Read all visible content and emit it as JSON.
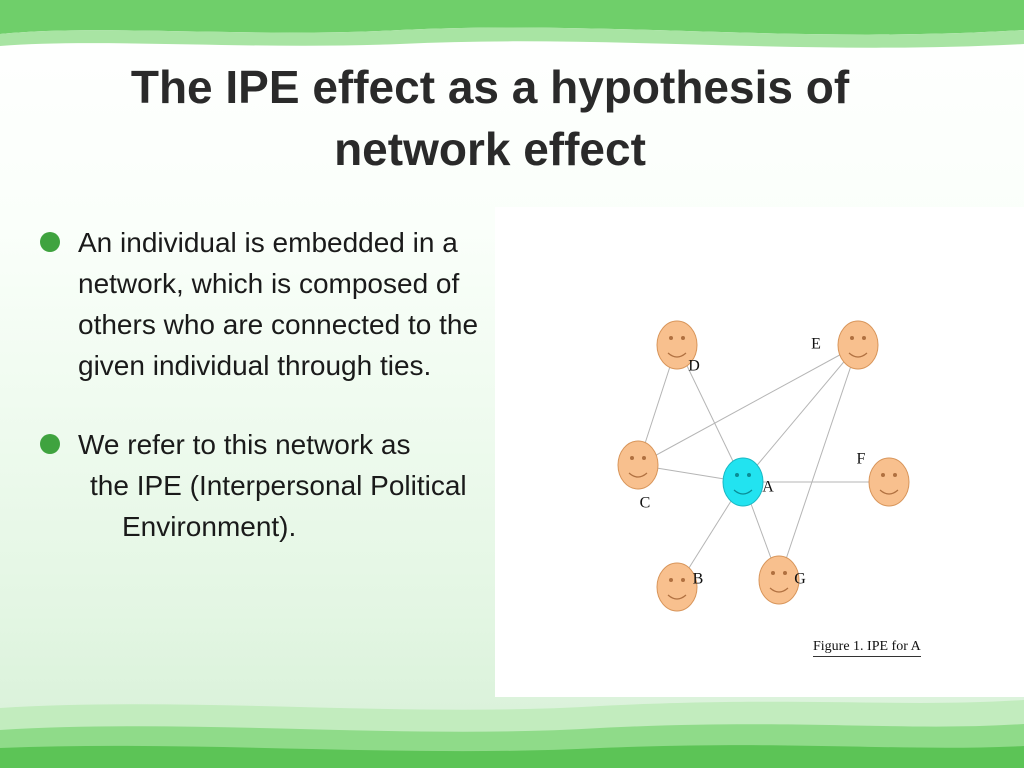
{
  "slide": {
    "title_line1": "The IPE effect as a hypothesis of",
    "title_line2": "network effect"
  },
  "bullets": [
    {
      "text": "An individual is embedded in a network, which is composed of others who are connected to the given individual through ties."
    },
    {
      "text": "We refer to this network as",
      "continuation": "the IPE (Interpersonal Political Environment)."
    }
  ],
  "figure": {
    "caption": "Figure 1. IPE for A",
    "center_node": "A",
    "nodes": [
      "A",
      "B",
      "C",
      "D",
      "E",
      "F",
      "G"
    ],
    "edges": [
      [
        "A",
        "B"
      ],
      [
        "A",
        "C"
      ],
      [
        "A",
        "D"
      ],
      [
        "A",
        "E"
      ],
      [
        "A",
        "F"
      ],
      [
        "A",
        "G"
      ],
      [
        "C",
        "D"
      ],
      [
        "C",
        "E"
      ],
      [
        "E",
        "G"
      ]
    ],
    "colors": {
      "center_face": "#22e3f0",
      "other_face": "#f8c08e",
      "face_outline": "#d8955a",
      "edge": "#b5b5b5"
    }
  },
  "theme": {
    "accent": "#3fa33f",
    "wave_green": "#6fcf6a"
  }
}
